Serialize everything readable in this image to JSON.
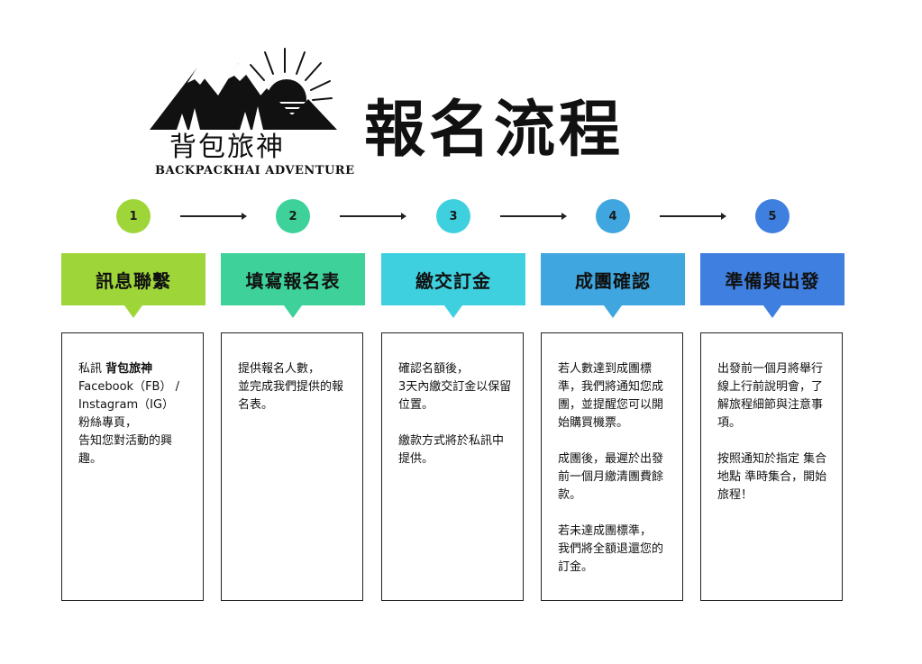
{
  "logo": {
    "name_cn": "背包旅神",
    "name_en": "BACKPACKHAI ADVENTURE"
  },
  "title": "報名流程",
  "colors": {
    "step1": "#9ed63a",
    "step2": "#3ed19a",
    "step3": "#3fd0df",
    "step4": "#3fa6df",
    "step5": "#3f7fdf"
  },
  "steps": [
    {
      "number": "1",
      "label": "訊息聯繫",
      "paragraphs": [
        {
          "prefix": "私訊 ",
          "bold": "背包旅神",
          "rest": "\nFacebook（FB） / Instagram（IG）\n粉絲專頁，\n告知您對活動的興趣。"
        }
      ]
    },
    {
      "number": "2",
      "label": "填寫報名表",
      "paragraphs": [
        {
          "text": "提供報名人數，\n並完成我們提供的報名表。"
        }
      ]
    },
    {
      "number": "3",
      "label": "繳交訂金",
      "paragraphs": [
        {
          "text": "確認名額後，\n3天內繳交訂金以保留位置。"
        },
        {
          "text": "繳款方式將於私訊中提供。"
        }
      ]
    },
    {
      "number": "4",
      "label": "成團確認",
      "paragraphs": [
        {
          "text": "若人數達到成團標準，我們將通知您成團，並提醒您可以開始購買機票。"
        },
        {
          "text": "成團後，最遲於出發前一個月繳清團費餘款。"
        },
        {
          "text": "若未達成團標準，\n我們將全額退還您的訂金。"
        }
      ]
    },
    {
      "number": "5",
      "label": "準備與出發",
      "paragraphs": [
        {
          "text": "出發前一個月將舉行線上行前說明會，了解旅程細節與注意事項。"
        },
        {
          "text": "按照通知於指定 集合地點 準時集合，開始旅程！"
        }
      ]
    }
  ]
}
